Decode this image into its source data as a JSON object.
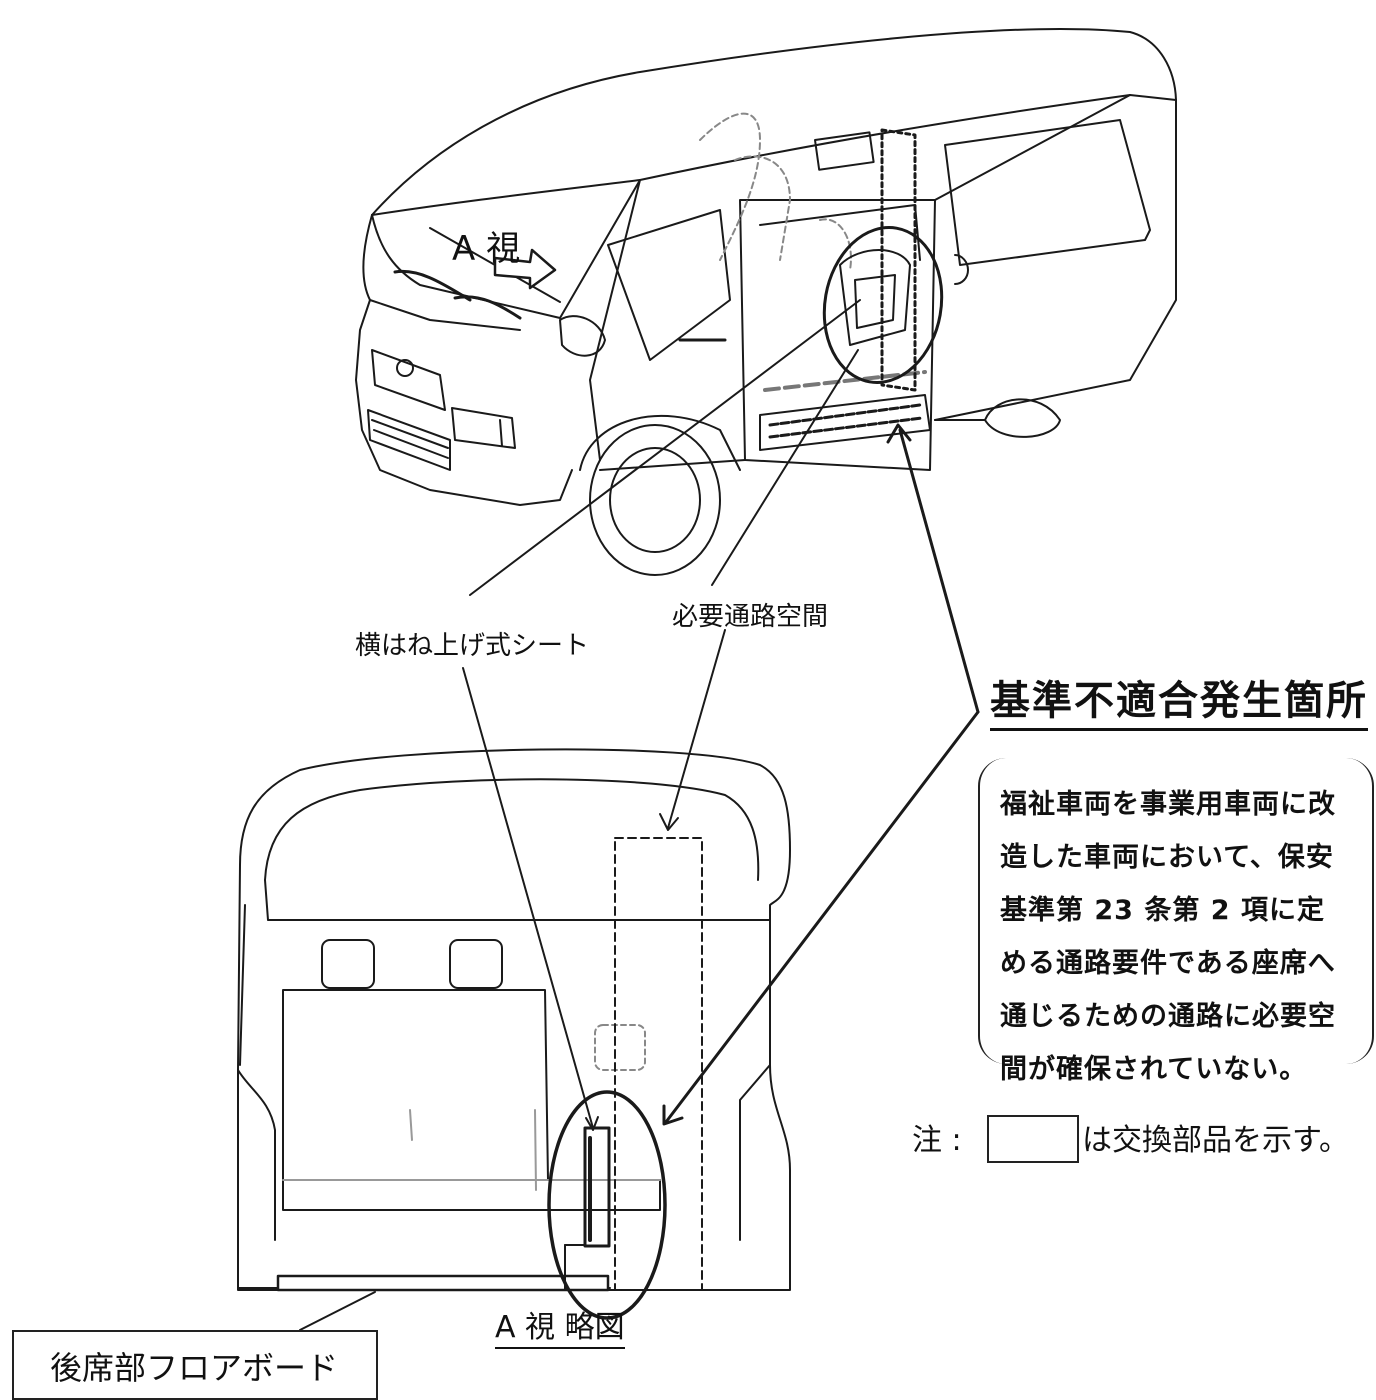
{
  "labels": {
    "view_a": "A 視",
    "required_passage_space": "必要通路空間",
    "side_flip_up_seat": "横はね上げ式シート",
    "nonconformity_heading": "基準不適合発生箇所",
    "note_body": "福祉車両を事業用車両に改造した車両において、保安基準第 23 条第 2 項に定める通路要件である座席へ通じるための通路に必要空間が確保されていない。",
    "legend_prefix": "注 :",
    "legend_suffix": "は交換部品を示す。",
    "view_a_sketch": "A 視 略図",
    "rear_floorboard": "後席部フロアボード"
  }
}
